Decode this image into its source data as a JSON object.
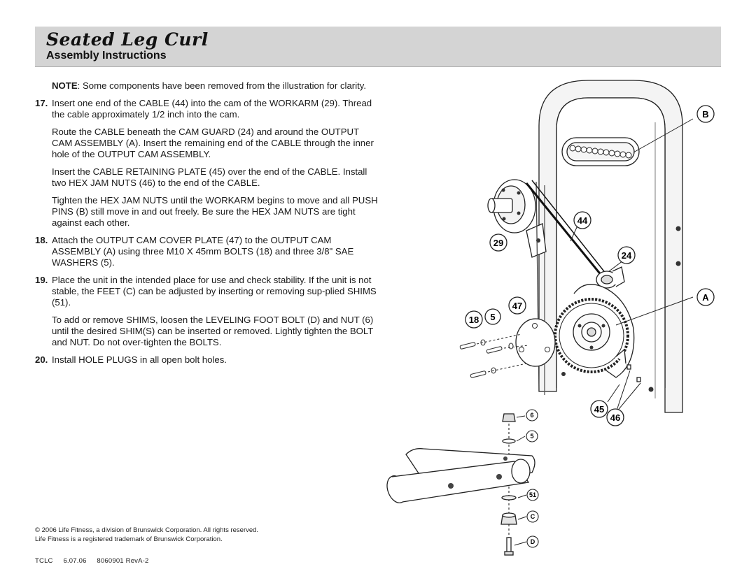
{
  "header": {
    "title": "Seated Leg Curl",
    "subtitle": "Assembly Instructions"
  },
  "note": {
    "label": "NOTE",
    "text": ": Some components have been removed from the illustration for clarity."
  },
  "steps": [
    {
      "number": "17.",
      "paragraphs": [
        "Insert one end of the CABLE (44) into the cam of the WORKARM (29). Thread the cable approximately 1/2 inch into the cam.",
        "Route the CABLE beneath the CAM GUARD (24) and around the OUTPUT CAM ASSEMBLY (A). Insert the remaining end of the CABLE through the inner hole of the OUTPUT CAM ASSEMBLY.",
        "Insert the CABLE RETAINING PLATE (45) over the end of the CABLE. Install two HEX JAM NUTS (46) to the end of the CABLE.",
        "Tighten the HEX JAM NUTS until the WORKARM begins to move and all PUSH PINS (B) still move in and out freely. Be sure the HEX JAM NUTS are tight against each other."
      ]
    },
    {
      "number": "18.",
      "paragraphs": [
        "Attach the OUTPUT CAM COVER PLATE (47) to the OUTPUT CAM ASSEMBLY (A) using three M10 X 45mm BOLTS (18) and three 3/8\" SAE WASHERS (5)."
      ]
    },
    {
      "number": "19.",
      "paragraphs": [
        "Place the unit in the intended place for use and check stability. If the unit is not stable, the FEET (C) can be adjusted by inserting or removing sup-plied SHIMS (51).",
        "To add or remove SHIMS, loosen the LEVELING FOOT BOLT (D) and NUT (6) until the desired SHIM(S) can be inserted or removed. Lightly tighten the BOLT and NUT. Do not over-tighten the BOLTS."
      ]
    },
    {
      "number": "20.",
      "paragraphs": [
        "Install HOLE PLUGS in all open bolt holes."
      ]
    }
  ],
  "footer": {
    "copyright": "© 2006 Life Fitness, a division of Brunswick Corporation. All rights reserved.",
    "trademark": "Life Fitness is a registered trademark of Brunswick Corporation.",
    "doc_code": "TCLC",
    "date": "6.07.06",
    "part_number": "8060901 RevA-2"
  },
  "callouts": {
    "b": "B",
    "p44": "44",
    "p29": "29",
    "p24": "24",
    "a": "A",
    "p47": "47",
    "p18": "18",
    "p5": "5",
    "p45": "45",
    "p46": "46",
    "s6": "6",
    "s5": "5",
    "s51": "51",
    "c": "C",
    "d": "D"
  }
}
